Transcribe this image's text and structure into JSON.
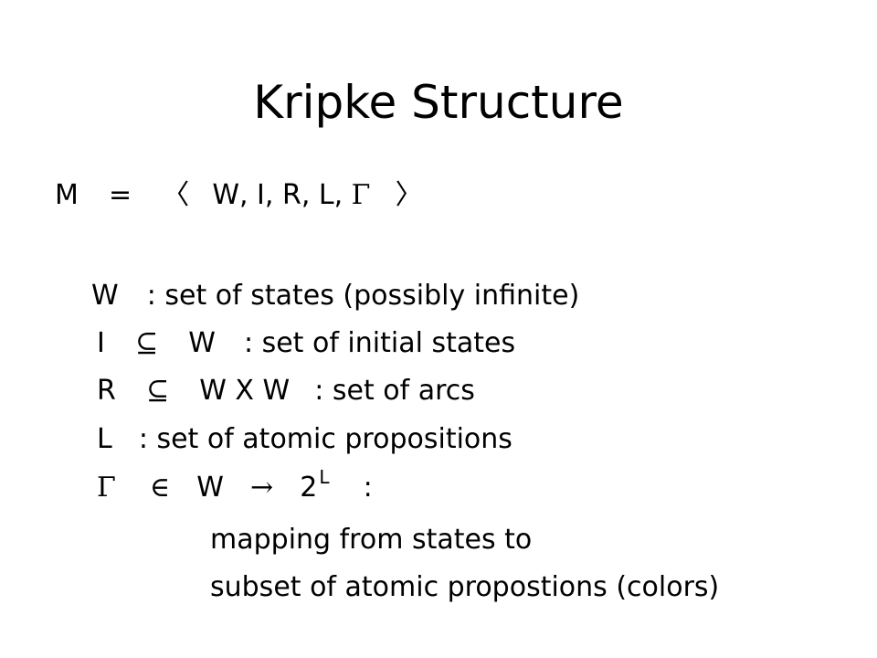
{
  "slide": {
    "title": "Kripke Structure",
    "tuple": {
      "lhs": "M",
      "eq": "=",
      "open": "〈",
      "body": "W, I, R, L, ",
      "gamma": "Γ",
      "close": "〉"
    },
    "lines": {
      "w": {
        "sym": "W",
        "text": ": set of states (possibly infinite)"
      },
      "i": {
        "sym": "I",
        "rel": "⊆",
        "rhs": "W",
        "text": ": set of initial states"
      },
      "r": {
        "sym": "R",
        "rel": "⊆",
        "rhs": "W X W",
        "text": ": set of arcs"
      },
      "l": {
        "sym": "L",
        "text": ": set of atomic propositions"
      },
      "g": {
        "sym": "Γ",
        "rel": "∈",
        "rhs": "W",
        "arrow": "→",
        "base": "2",
        "exp": "L",
        "colon": ":"
      }
    },
    "mapping_desc_1": "mapping from states to",
    "mapping_desc_2": "subset of  atomic propostions (colors)"
  }
}
